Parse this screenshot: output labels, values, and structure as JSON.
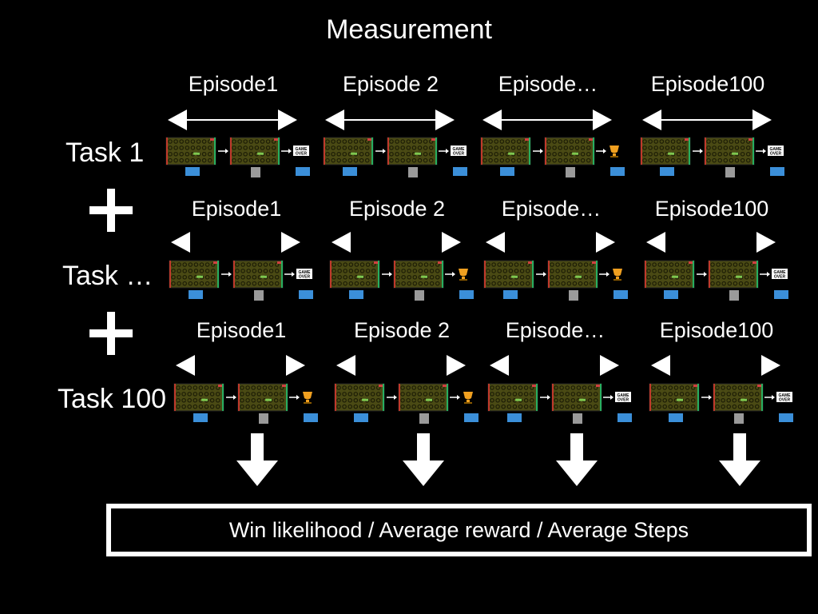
{
  "title": "Measurement",
  "tasks": [
    {
      "label": "Task 1",
      "arrow_style": "long",
      "episodes": [
        {
          "label": "Episode1",
          "outcome": "game-over"
        },
        {
          "label": "Episode 2",
          "outcome": "game-over"
        },
        {
          "label": "Episode…",
          "outcome": "trophy"
        },
        {
          "label": "Episode100",
          "outcome": "game-over"
        }
      ]
    },
    {
      "label": "Task …",
      "arrow_style": "short",
      "episodes": [
        {
          "label": "Episode1",
          "outcome": "game-over"
        },
        {
          "label": "Episode 2",
          "outcome": "trophy"
        },
        {
          "label": "Episode…",
          "outcome": "trophy"
        },
        {
          "label": "Episode100",
          "outcome": "game-over"
        }
      ]
    },
    {
      "label": "Task 100",
      "arrow_style": "short",
      "episodes": [
        {
          "label": "Episode1",
          "outcome": "trophy"
        },
        {
          "label": "Episode 2",
          "outcome": "trophy"
        },
        {
          "label": "Episode…",
          "outcome": "game-over"
        },
        {
          "label": "Episode100",
          "outcome": "game-over"
        }
      ]
    }
  ],
  "game_over_text": [
    "GAME",
    "OVER"
  ],
  "result_text": "Win likelihood / Average reward / Average Steps",
  "colors": {
    "background": "#000000",
    "foreground": "#ffffff",
    "game_board": "#4a4a14",
    "game_border_left": "#c0392b",
    "game_border_right": "#27ae60",
    "action_blue": "#3b8fd9",
    "action_grey": "#9a9a9a",
    "trophy": "#f0a020"
  }
}
